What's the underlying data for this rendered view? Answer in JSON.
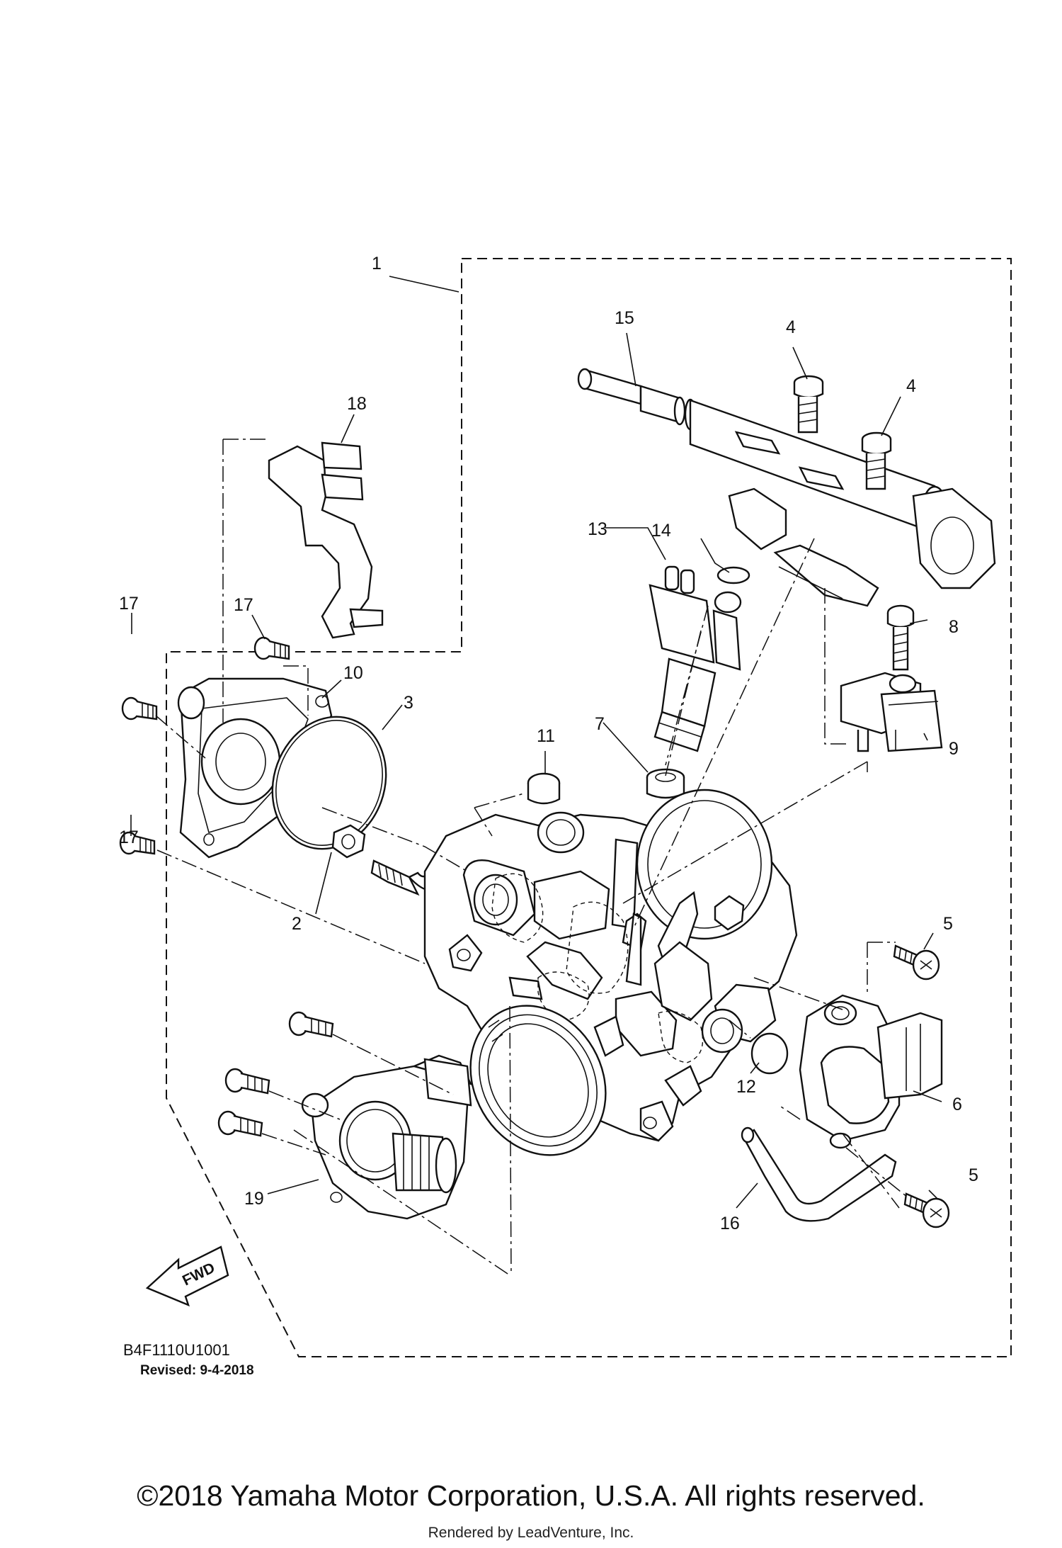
{
  "diagram": {
    "callouts": [
      {
        "id": "c1",
        "label": "1"
      },
      {
        "id": "c2",
        "label": "2"
      },
      {
        "id": "c3",
        "label": "3"
      },
      {
        "id": "c4a",
        "label": "4"
      },
      {
        "id": "c4b",
        "label": "4"
      },
      {
        "id": "c5a",
        "label": "5"
      },
      {
        "id": "c5b",
        "label": "5"
      },
      {
        "id": "c6",
        "label": "6"
      },
      {
        "id": "c7",
        "label": "7"
      },
      {
        "id": "c8",
        "label": "8"
      },
      {
        "id": "c9",
        "label": "9"
      },
      {
        "id": "c10",
        "label": "10"
      },
      {
        "id": "c11",
        "label": "11"
      },
      {
        "id": "c12",
        "label": "12"
      },
      {
        "id": "c13",
        "label": "13"
      },
      {
        "id": "c14",
        "label": "14"
      },
      {
        "id": "c15",
        "label": "15"
      },
      {
        "id": "c16",
        "label": "16"
      },
      {
        "id": "c17a",
        "label": "17"
      },
      {
        "id": "c17b",
        "label": "17"
      },
      {
        "id": "c17c",
        "label": "17"
      },
      {
        "id": "c18",
        "label": "18"
      },
      {
        "id": "c19",
        "label": "19"
      }
    ],
    "fwd_label": "FWD",
    "diagram_code": "B4F1110U1001",
    "revised": "Revised: 9-4-2018"
  },
  "footer": {
    "copyright": "©2018 Yamaha Motor Corporation, U.S.A. All rights reserved.",
    "rendered_by": "Rendered by LeadVenture, Inc."
  }
}
